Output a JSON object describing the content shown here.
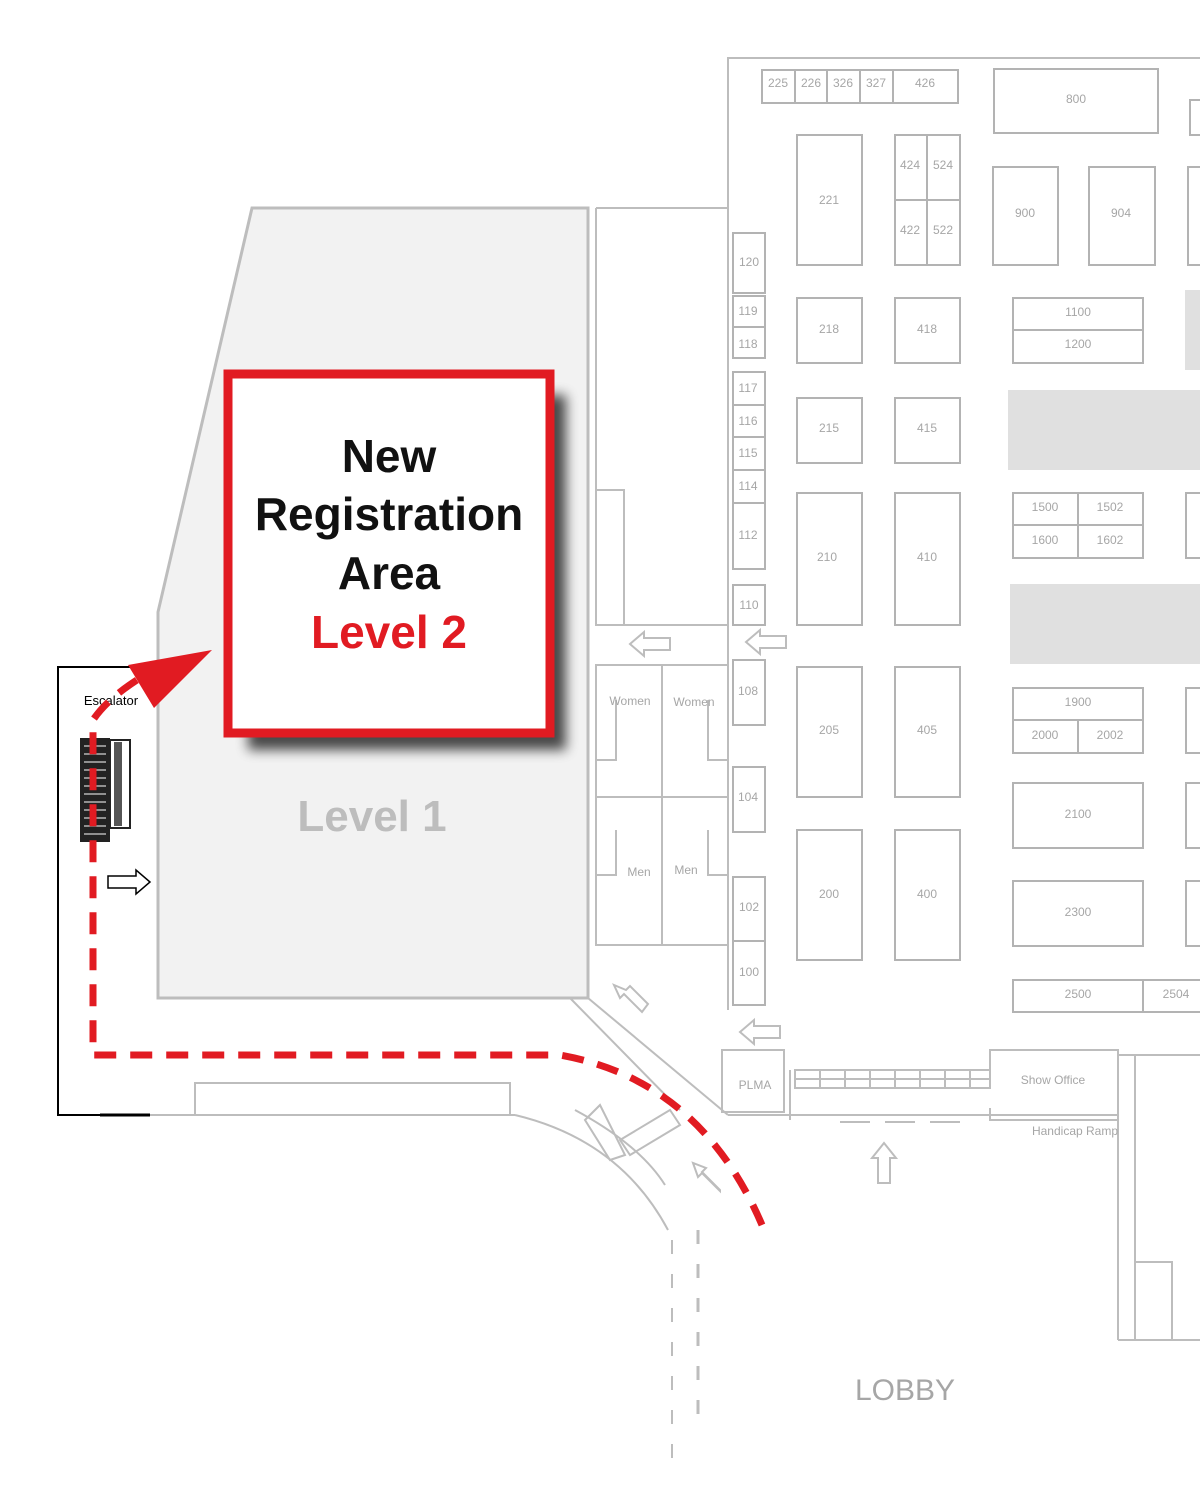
{
  "registration": {
    "line1": "New",
    "line2": "Registration",
    "line3": "Area",
    "level2": "Level 2",
    "accent_color": "#e11b22"
  },
  "labels": {
    "level1": "Level 1",
    "escalator": "Escalator",
    "lobby": "LOBBY",
    "show_office": "Show Office",
    "handicap_ramp": "Handicap Ramp",
    "plma": "PLMA",
    "women_1": "Women",
    "women_2": "Women",
    "men_1": "Men",
    "men_2": "Men"
  },
  "booths": {
    "b225": "225",
    "b226": "226",
    "b326": "326",
    "b327": "327",
    "b426": "426",
    "b800": "800",
    "b221": "221",
    "b424": "424",
    "b524": "524",
    "b422": "422",
    "b522": "522",
    "b900": "900",
    "b904": "904",
    "b120": "120",
    "b119": "119",
    "b118": "118",
    "b117": "117",
    "b116": "116",
    "b115": "115",
    "b114": "114",
    "b112": "112",
    "b110": "110",
    "b108": "108",
    "b104": "104",
    "b102": "102",
    "b100": "100",
    "b218": "218",
    "b418": "418",
    "b1100": "1100",
    "b1200": "1200",
    "b215": "215",
    "b415": "415",
    "b210": "210",
    "b410": "410",
    "b1500": "1500",
    "b1502": "1502",
    "b1600": "1600",
    "b1602": "1602",
    "b205": "205",
    "b405": "405",
    "b1900": "1900",
    "b2000": "2000",
    "b2002": "2002",
    "b2100": "2100",
    "b200": "200",
    "b400": "400",
    "b2300": "2300",
    "b2500": "2500",
    "b2504": "2504"
  }
}
